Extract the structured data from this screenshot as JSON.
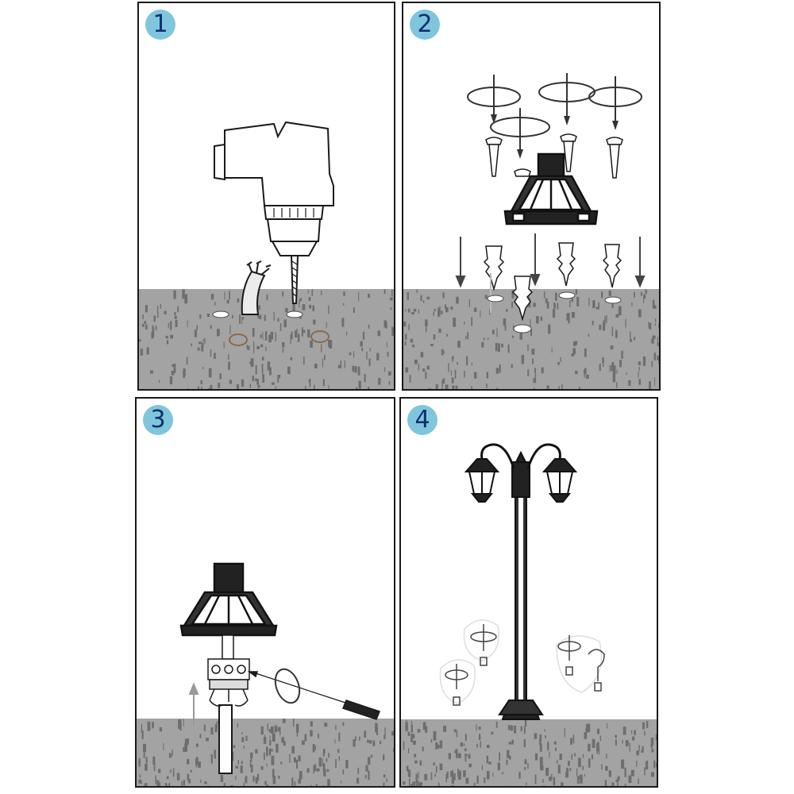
{
  "panels": [
    {
      "step": "1",
      "scene": "drill-holes"
    },
    {
      "step": "2",
      "scene": "insert-plugs-and-screws"
    },
    {
      "step": "3",
      "scene": "wire-connection"
    },
    {
      "step": "4",
      "scene": "mount-lamp-post"
    }
  ],
  "colors": {
    "ground": "#a3a3a3",
    "ground_speck": "#6e6e6e",
    "badge": "#7fc6dd",
    "badge_text": "#0d2f6e",
    "line": "#1a1a1a"
  }
}
